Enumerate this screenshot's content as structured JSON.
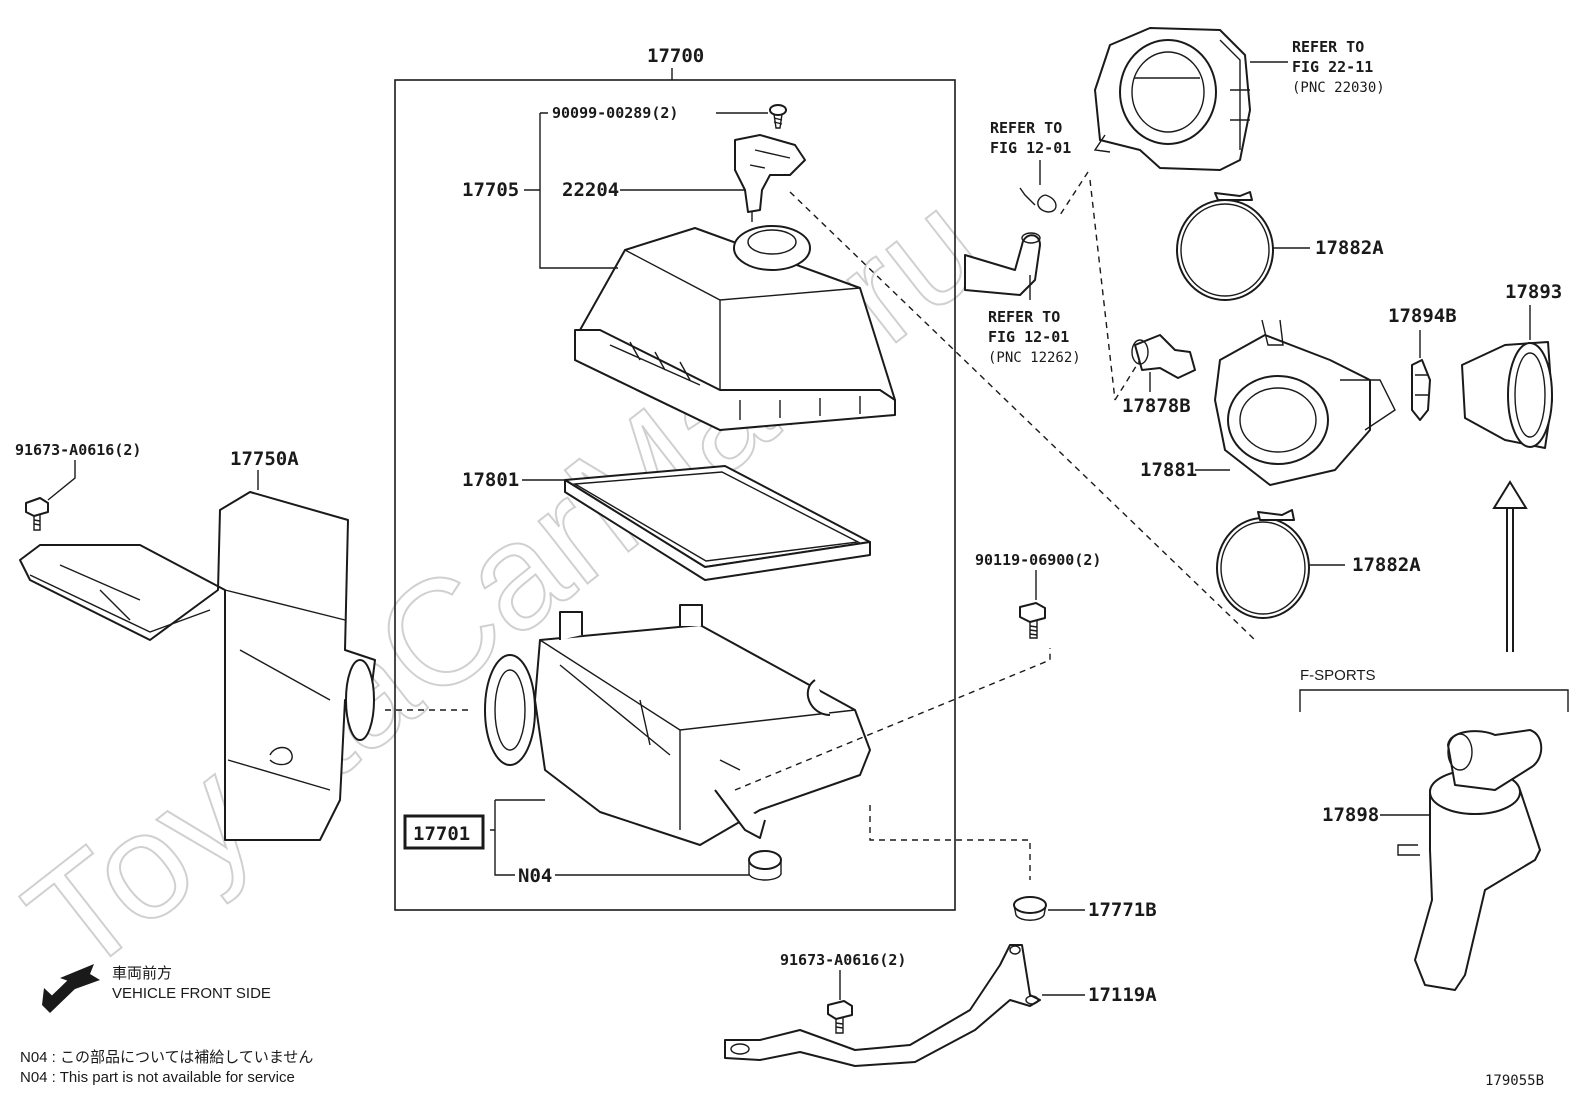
{
  "watermark": "ToyotaCarMart.ru",
  "labels": {
    "assembly": "17700",
    "screw": "90099-00289(2)",
    "lid": "17705",
    "sensor": "22204",
    "filter": "17801",
    "case": "17701",
    "n04_part": "N04",
    "bolt_left": "91673-A0616(2)",
    "inlet": "17750A",
    "bolt_right": "90119-06900(2)",
    "grommet": "17771B",
    "bolt_bottom": "91673-A0616(2)",
    "bracket": "17119A",
    "clamp_top": "17882A",
    "clamp_bottom": "17882A",
    "hose_fitting": "17878B",
    "hose": "17881",
    "clip": "17894B",
    "duct": "17893",
    "fsports_part": "17898",
    "fsports": "F-SPORTS",
    "diagram_code": "179055B"
  },
  "refs": {
    "throttle": [
      "REFER TO",
      "FIG 22-11",
      "(PNC 22030)"
    ],
    "fig1201_a": [
      "REFER TO",
      "FIG 12-01"
    ],
    "fig1201_b": [
      "REFER TO",
      "FIG 12-01",
      "(PNC 12262)"
    ]
  },
  "direction": {
    "jp": "車両前方",
    "en": "VEHICLE FRONT SIDE"
  },
  "notes": [
    "N04 : この部品については補給していません",
    "N04 : This part is not available for service"
  ]
}
